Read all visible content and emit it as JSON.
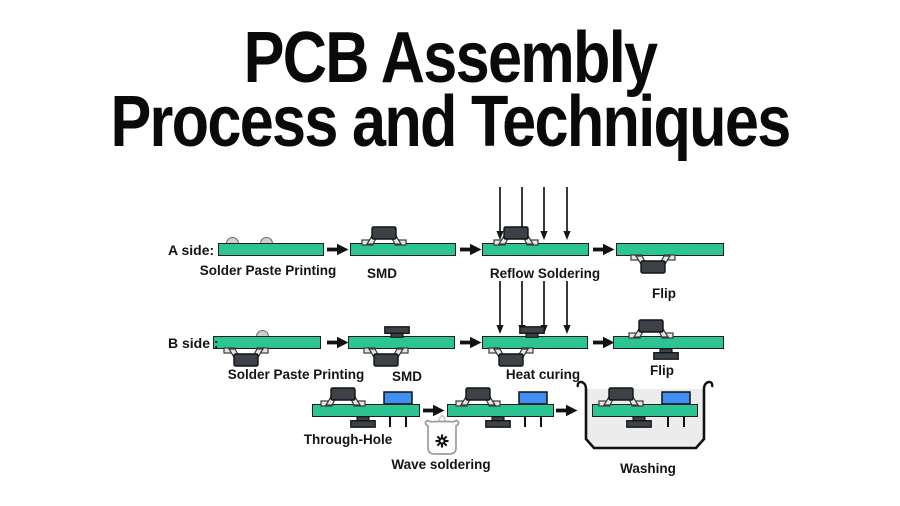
{
  "title": {
    "line1": "PCB Assembly",
    "line2": "Process and Techniques"
  },
  "colors": {
    "background": "#ffffff",
    "title": "#0a0a0a",
    "text": "#141414",
    "board_green": "#2cc493",
    "board_border": "#1d1f1e",
    "component_dark": "#3c4247",
    "component_blue": "#3f8ef0",
    "paste_gray": "#cfcfcf",
    "tank_fill": "#ececec"
  },
  "icons": {
    "flow_arrow": "right-arrow",
    "heat": "four-down-arrows",
    "wave_soldering": "pot-with-gear",
    "washing": "open-tank"
  },
  "row_a": {
    "side_label": "A side:",
    "steps": [
      {
        "name": "solder-paste-printing",
        "label": "Solder Paste Printing"
      },
      {
        "name": "smd",
        "label": "SMD"
      },
      {
        "name": "reflow-soldering",
        "label": "Reflow Soldering"
      },
      {
        "name": "flip",
        "label": "Flip"
      }
    ]
  },
  "row_b": {
    "side_label": "B side :",
    "steps": [
      {
        "name": "solder-paste-printing",
        "label": "Solder Paste Printing"
      },
      {
        "name": "smd",
        "label": "SMD"
      },
      {
        "name": "heat-curing",
        "label": "Heat curing"
      },
      {
        "name": "flip",
        "label": "Flip"
      }
    ]
  },
  "row_c": {
    "steps": [
      {
        "name": "through-hole",
        "label": "Through-Hole"
      },
      {
        "name": "wave-soldering",
        "label": "Wave soldering"
      },
      {
        "name": "washing",
        "label": "Washing"
      }
    ]
  }
}
